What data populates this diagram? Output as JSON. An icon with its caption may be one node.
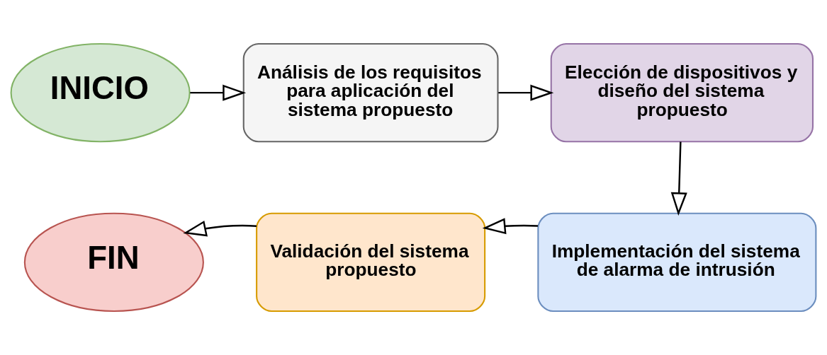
{
  "diagram": {
    "nodes": [
      {
        "text": [
          "INICIO"
        ]
      },
      {
        "text": [
          "Análisis de los requisitos para aplicación del sistema propuesto"
        ]
      },
      {
        "text": [
          "Elección de dispositivos y diseño del sistema propuesto"
        ]
      },
      {
        "text": [
          "Implementación del sistema de alarma de intrusión"
        ]
      },
      {
        "text": [
          "Validación del sistema propuesto"
        ]
      },
      {
        "text": [
          "FIN"
        ]
      }
    ],
    "edges": [
      {
        "from": 0,
        "to": 1,
        "arrow": "to"
      },
      {
        "from": 1,
        "to": 2,
        "arrow": "to"
      },
      {
        "from": 2,
        "to": 3,
        "arrow": "to"
      },
      {
        "from": 3,
        "to": 4,
        "arrow": "to"
      },
      {
        "from": 4,
        "to": 5,
        "arrow": "to"
      }
    ]
  }
}
